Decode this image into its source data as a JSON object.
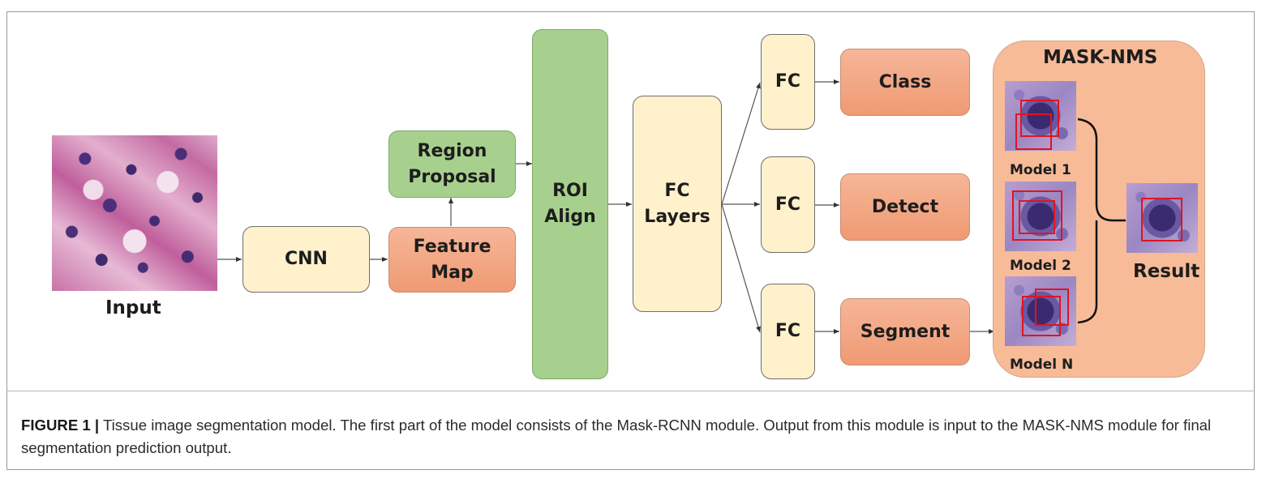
{
  "nodes": {
    "input": "Input",
    "cnn": "CNN",
    "feature_map": "Feature\nMap",
    "region_proposal": "Region\nProposal",
    "roi_align": "ROI\nAlign",
    "fc_layers": "FC\nLayers",
    "fc1": "FC",
    "fc2": "FC",
    "fc3": "FC",
    "class": "Class",
    "detect": "Detect",
    "segment": "Segment"
  },
  "mask_nms": {
    "title": "MASK-NMS",
    "model1": "Model 1",
    "model2": "Model 2",
    "modelN": "Model N",
    "result": "Result"
  },
  "caption": {
    "label": "FIGURE 1 |",
    "text": " Tissue image segmentation model. The first part of the model consists of the Mask-RCNN module. Output from this module is input to the MASK-NMS module for final segmentation prediction output."
  },
  "colors": {
    "yellow_box": "#fff1cc",
    "orange_box": "#f2a17c",
    "green_box": "#a7d08e",
    "nms_panel": "#f7bb98",
    "bbox_red": "#e0141f"
  }
}
